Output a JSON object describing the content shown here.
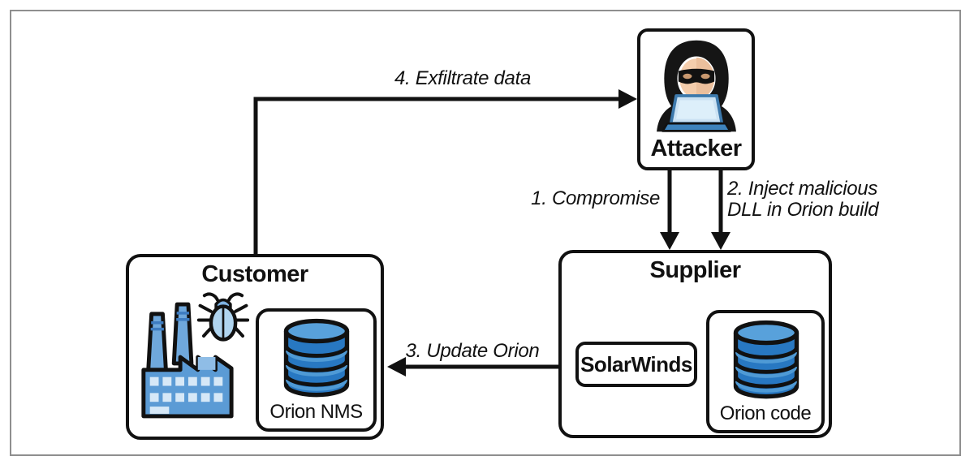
{
  "diagram": {
    "attacker": {
      "title": "Attacker"
    },
    "customer": {
      "title": "Customer",
      "system_label": "Orion NMS"
    },
    "supplier": {
      "title": "Supplier",
      "vendor_label": "SolarWinds",
      "system_label": "Orion code"
    }
  },
  "arrows": {
    "step1": "1. Compromise",
    "step2_line1": "2. Inject malicious",
    "step2_line2": "DLL in Orion build",
    "step3": "3. Update Orion",
    "step4": "4. Exfiltrate data"
  },
  "colors": {
    "outline": "#111111",
    "frame_border": "#8f8f8f",
    "db_body": "#2878C2",
    "db_top": "#58A1DB",
    "db_band_highlight": "#4F9AD5",
    "icon_light_blue": "#AFD4EF",
    "icon_mid_blue": "#5B9BD5",
    "laptop_screen": "#CBE2F3",
    "laptop_base": "#3E83BC",
    "skin": "#F4CDAC"
  }
}
